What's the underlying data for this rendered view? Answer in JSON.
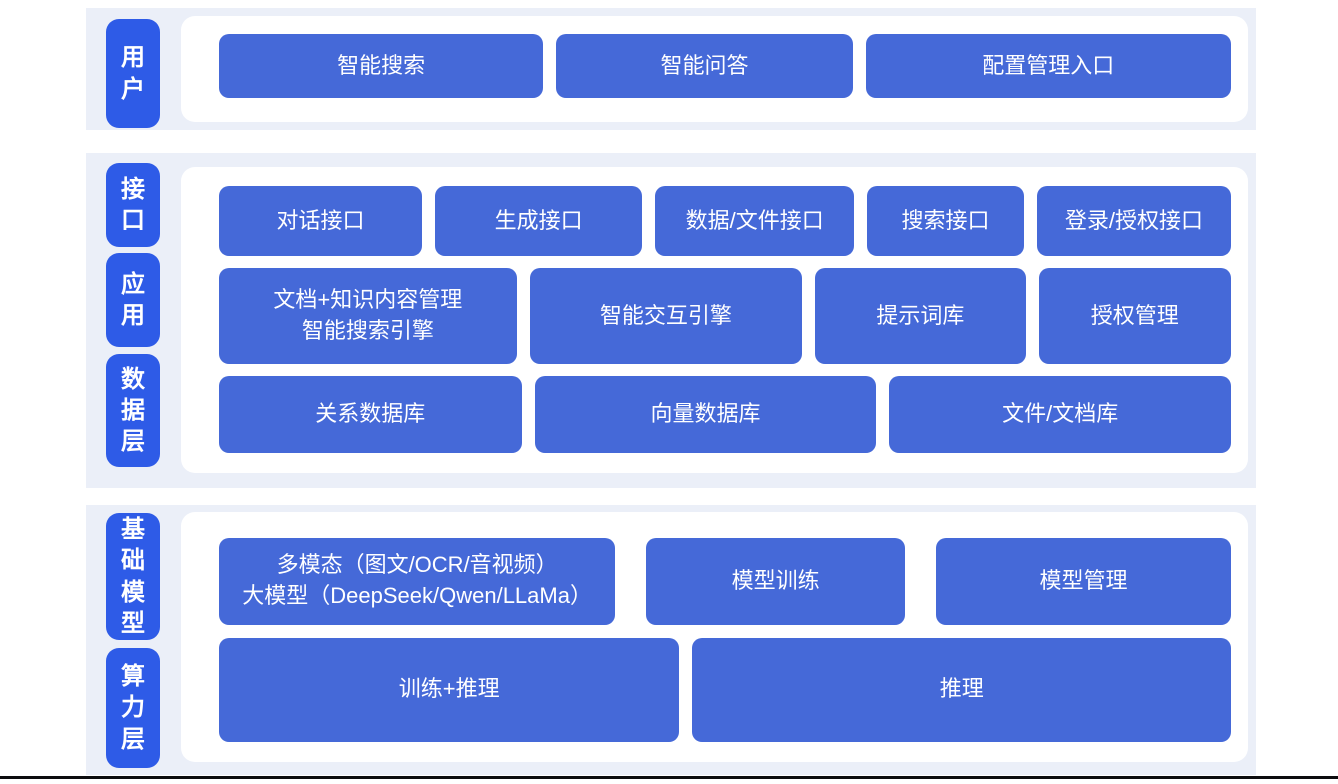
{
  "colors": {
    "band_bg": "#ebeff8",
    "panel_bg": "#ffffff",
    "label_blue": "#2e5be7",
    "box_blue": "#4569d8",
    "box_text": "#ffffff",
    "page_bg": "#ffffff",
    "bottom_rule": "#0c0c0e"
  },
  "sections": [
    {
      "labels": [
        {
          "text": "用户"
        }
      ],
      "rows": [
        {
          "boxes": [
            {
              "text": "智能搜索"
            },
            {
              "text": "智能问答"
            },
            {
              "text": "配置管理入口"
            }
          ]
        }
      ]
    },
    {
      "labels": [
        {
          "text": "接口"
        },
        {
          "text": "应用"
        },
        {
          "text": "数据层"
        }
      ],
      "rows": [
        {
          "boxes": [
            {
              "text": "对话接口"
            },
            {
              "text": "生成接口"
            },
            {
              "text": "数据/文件接口"
            },
            {
              "text": "搜索接口"
            },
            {
              "text": "登录/授权接口"
            }
          ]
        },
        {
          "boxes": [
            {
              "lines": [
                "文档+知识内容管理",
                "智能搜索引擎"
              ]
            },
            {
              "text": "智能交互引擎"
            },
            {
              "text": "提示词库"
            },
            {
              "text": "授权管理"
            }
          ]
        },
        {
          "boxes": [
            {
              "text": "关系数据库"
            },
            {
              "text": "向量数据库"
            },
            {
              "text": "文件/文档库"
            }
          ]
        }
      ]
    },
    {
      "labels": [
        {
          "text": "基础模型"
        },
        {
          "text": "算力层"
        }
      ],
      "rows": [
        {
          "boxes": [
            {
              "lines": [
                "多模态（图文/OCR/音视频）",
                "大模型（DeepSeek/Qwen/LLaMa）"
              ]
            },
            {
              "text": "模型训练"
            },
            {
              "text": "模型管理"
            }
          ]
        },
        {
          "boxes": [
            {
              "text": "训练+推理"
            },
            {
              "text": "推理"
            }
          ]
        }
      ]
    }
  ]
}
